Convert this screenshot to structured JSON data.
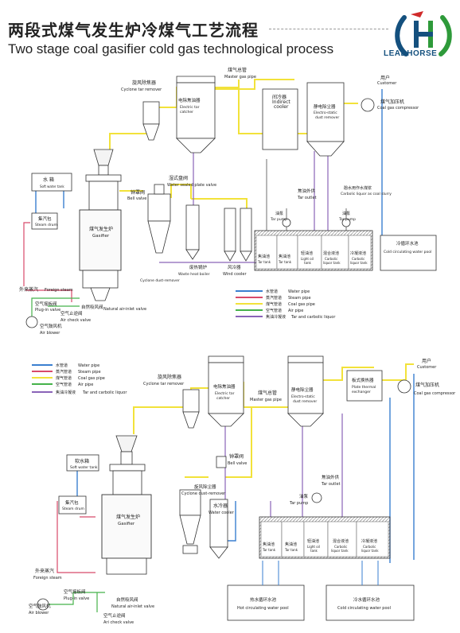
{
  "header": {
    "title_zh": "两段式煤气发生炉冷煤气工艺流程",
    "title_en": "Two stage coal gasifier cold gas technological process",
    "brand": "LEADHORSE"
  },
  "colors": {
    "water": "#3a7fd0",
    "steam": "#d84a6a",
    "gas": "#f2e23a",
    "air": "#45b24a",
    "tar": "#8a63b8",
    "logo_blue": "#14507e",
    "logo_green": "#2e9a3a",
    "logo_red": "#d02a2a"
  },
  "top": {
    "cyclone_tar_remover": [
      "旋风除焦器",
      "Cyclone tar remover"
    ],
    "master_gas_pipe": [
      "煤气总管",
      "Master gas pipe"
    ],
    "electric_tar_catcher": [
      "电除焦油器",
      "Electric tar",
      "catcher"
    ],
    "indirect_cooler": [
      "间冷器",
      "Indirect",
      "cooler"
    ],
    "electrostatic_dust": [
      "静电除尘器",
      "Electro-static",
      "dust remover"
    ],
    "customer": [
      "用户",
      "Customer"
    ],
    "compressor": [
      "煤气加压机",
      "Coal gas compressor"
    ],
    "soft_water_tank": [
      "水 箱",
      "Soft water tank"
    ],
    "bell_valve": [
      "钟罩阀",
      "Bell valve"
    ],
    "water_sealed_valve": [
      "湿式盘阀",
      "Water sealed plate valve"
    ],
    "steam_drum": [
      "集汽包",
      "Steam drum"
    ],
    "gasifier": [
      "煤气发生炉",
      "Gasifier"
    ],
    "cyclone_dust": "Cyclone dust-remover",
    "waste_heat_boiler": [
      "废热锅炉",
      "Waste heat boiler"
    ],
    "wind_cooler": [
      "风冷器",
      "Wind cooler"
    ],
    "tar_outlet": [
      "焦油外供",
      "Tar outlet"
    ],
    "carbolic_slurry": [
      "酚水用作水煤浆",
      "Carbolic liquor as coal slurry"
    ],
    "oil_pump_a": [
      "油泵",
      "Tar pump"
    ],
    "oil_pump_b": [
      "油泵",
      "Tar pump"
    ],
    "tanks": [
      [
        "焦油池",
        "Tar tank"
      ],
      [
        "焦油池",
        "Tar tank"
      ],
      [
        "轻油池",
        "Light oil",
        "tank"
      ],
      [
        "混合液池",
        "Carbolic",
        "liquor tank"
      ],
      [
        "冷凝液池",
        "Carbolic",
        "liquor tank"
      ]
    ],
    "cold_pool": [
      "冷循环水池",
      "Cold circulating water pool"
    ],
    "foreign_steam": [
      "外来蒸汽",
      "Foreign steam"
    ],
    "plugin_valve": [
      "空气摇板阀",
      "Plug-in valve"
    ],
    "natural_air": [
      "自然吸风阀",
      "Natural air-inlet valve"
    ],
    "check_valve": [
      "空气止逆阀",
      "Air check valve"
    ],
    "air_blower": [
      "空气鼓风机",
      "Air blower"
    ]
  },
  "legend_top": [
    [
      "水管道",
      "Water pipe"
    ],
    [
      "蒸汽管道",
      "Steam pipe"
    ],
    [
      "煤气管道",
      "Coal gas pipe"
    ],
    [
      "空气管道",
      "Air pipe"
    ],
    [
      "焦油冷凝液",
      "Tar and carbolic liquor"
    ]
  ],
  "legend_bottom": [
    [
      "水管道",
      "Water pipe"
    ],
    [
      "蒸汽管道",
      "Steam pipe"
    ],
    [
      "煤气管道",
      "Coal gas pipe"
    ],
    [
      "空气管道",
      "Air pipe"
    ],
    [
      "焦油冷凝液",
      "Tar and carbolic liquor"
    ]
  ],
  "bottom": {
    "cyclone_tar_remover": [
      "旋风除焦器",
      "Cyclone tar remover"
    ],
    "electric_tar_catcher": [
      "电除焦油器",
      "Electric tar",
      "catcher"
    ],
    "master_gas_pipe": [
      "煤气总管",
      "Master gas pipe"
    ],
    "electrostatic_dust": [
      "静电除尘器",
      "Electro-static",
      "dust remover"
    ],
    "plate_exchanger": [
      "板式换热器",
      "Plate thermal",
      "exchanger"
    ],
    "customer": [
      "用户",
      "Customer"
    ],
    "compressor": [
      "煤气加压机",
      "Coal gas compressor"
    ],
    "soft_water_tank": [
      "软水箱",
      "Soft water tank"
    ],
    "bell_valve": [
      "钟罩阀",
      "Bell valve"
    ],
    "cyclone_dust": [
      "旋风除尘器",
      "Cyclone dust-remover"
    ],
    "water_cooler": [
      "水冷器",
      "Water cooler"
    ],
    "steam_drum": [
      "集汽包",
      "Steam drum"
    ],
    "gasifier": [
      "煤气发生炉",
      "Gasifier"
    ],
    "tar_outlet": [
      "焦油外供",
      "Tar outlet"
    ],
    "tar_pump": [
      "油泵",
      "Tar pump"
    ],
    "tanks": [
      [
        "焦油池",
        "Tar tank"
      ],
      [
        "焦油池",
        "Tar tank"
      ],
      [
        "轻油池",
        "Light oil",
        "tank"
      ],
      [
        "混合液池",
        "Carbolic",
        "liquor tank"
      ],
      [
        "冷凝液池",
        "Carbolic",
        "liquor tank"
      ]
    ],
    "hot_pool": [
      "热水循环水池",
      "Hot circulating water pool"
    ],
    "cold_pool": [
      "冷水循环水池",
      "Cold circulating water pool"
    ],
    "foreign_steam": [
      "外来蒸汽",
      "Foreign steam"
    ],
    "plugin_valve": [
      "空气摇板阀",
      "Plug-in valve"
    ],
    "natural_air": [
      "自然吸风阀",
      "Natural air-inlet valve"
    ],
    "check_valve": [
      "空气止逆阀",
      "Ari check valve"
    ],
    "air_blower": [
      "空气鼓风机",
      "Air blower"
    ]
  }
}
